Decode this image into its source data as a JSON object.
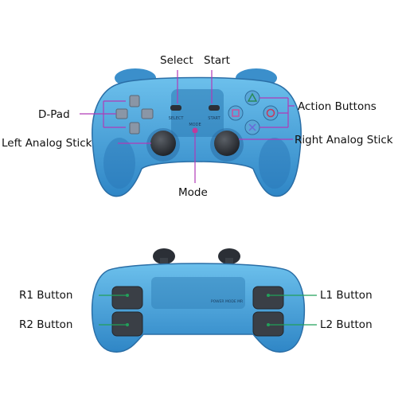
{
  "labels": {
    "select": "Select",
    "start": "Start",
    "d_pad": "D-Pad",
    "action_buttons": "Action Buttons",
    "left_analog_stick": "Left Analog Stick",
    "right_analog_stick": "Right Analog Stick",
    "mode": "Mode",
    "r1_button": "R1 Button",
    "r2_button": "R2 Button",
    "l1_button": "L1 Button",
    "l2_button": "L2 Button"
  },
  "printed_text": {
    "select_marking": "SELECT",
    "start_marking": "START",
    "mode_marking": "MODE",
    "back_marking": "POWER MODE MR"
  },
  "colors": {
    "controller_body": "#3f9fd6",
    "controller_shade": "#2a78b8",
    "stick_color": "#2b2f36",
    "front_callout_line": "#b03ab8",
    "back_callout_line": "#22a05a",
    "label_text": "#111111"
  },
  "icons": [
    "triangle-icon",
    "circle-icon",
    "square-icon",
    "cross-icon"
  ]
}
